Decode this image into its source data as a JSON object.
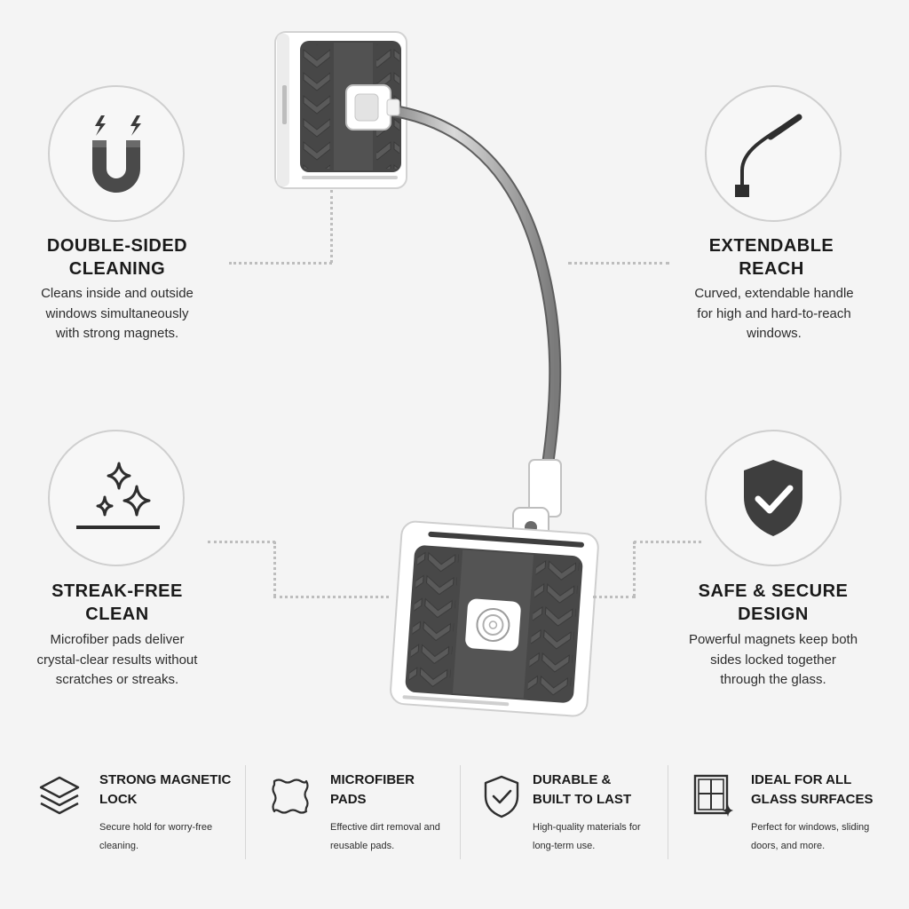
{
  "features": {
    "double_sided": {
      "title_lines": [
        "DOUBLE-SIDED",
        "CLEANING"
      ],
      "desc_lines": [
        "Cleans inside and outside",
        "windows simultaneously",
        "with strong magnets."
      ],
      "icon": "magnet-icon"
    },
    "extendable": {
      "title_lines": [
        "EXTENDABLE",
        "REACH"
      ],
      "desc_lines": [
        "Curved, extendable handle",
        "for high and hard-to-reach",
        "windows."
      ],
      "icon": "curved-handle-icon"
    },
    "streak_free": {
      "title_lines": [
        "STREAK-FREE",
        "CLEAN"
      ],
      "desc_lines": [
        "Microfiber pads deliver",
        "crystal-clear results without",
        "scratches or streaks."
      ],
      "icon": "sparkle-icon"
    },
    "safe_secure": {
      "title_lines": [
        "SAFE & SECURE",
        "DESIGN"
      ],
      "desc_lines": [
        "Powerful magnets keep both",
        "sides locked together",
        "through the glass."
      ],
      "icon": "shield-check-icon"
    }
  },
  "strip": [
    {
      "title_lines": [
        "STRONG MAGNETIC",
        "LOCK"
      ],
      "desc_lines": [
        "Secure hold for worry-free",
        "cleaning."
      ],
      "icon": "layers-icon"
    },
    {
      "title_lines": [
        "MICROFIBER",
        "PADS"
      ],
      "desc_lines": [
        "Effective dirt removal and",
        "reusable pads."
      ],
      "icon": "pad-icon"
    },
    {
      "title_lines": [
        "DURABLE &",
        "BUILT TO LAST"
      ],
      "desc_lines": [
        "High-quality materials for",
        "long-term use."
      ],
      "icon": "shield-outline-icon"
    },
    {
      "title_lines": [
        "IDEAL FOR ALL",
        "GLASS SURFACES"
      ],
      "desc_lines": [
        "Perfect for windows, sliding",
        "doors, and more."
      ],
      "icon": "window-icon"
    }
  ],
  "colors": {
    "background": "#f4f4f4",
    "icon_dark": "#3a3a3a",
    "pad_dark": "#4a4a4a",
    "frame_white": "#ffffff",
    "rod_steel": "#9a9a9a"
  }
}
